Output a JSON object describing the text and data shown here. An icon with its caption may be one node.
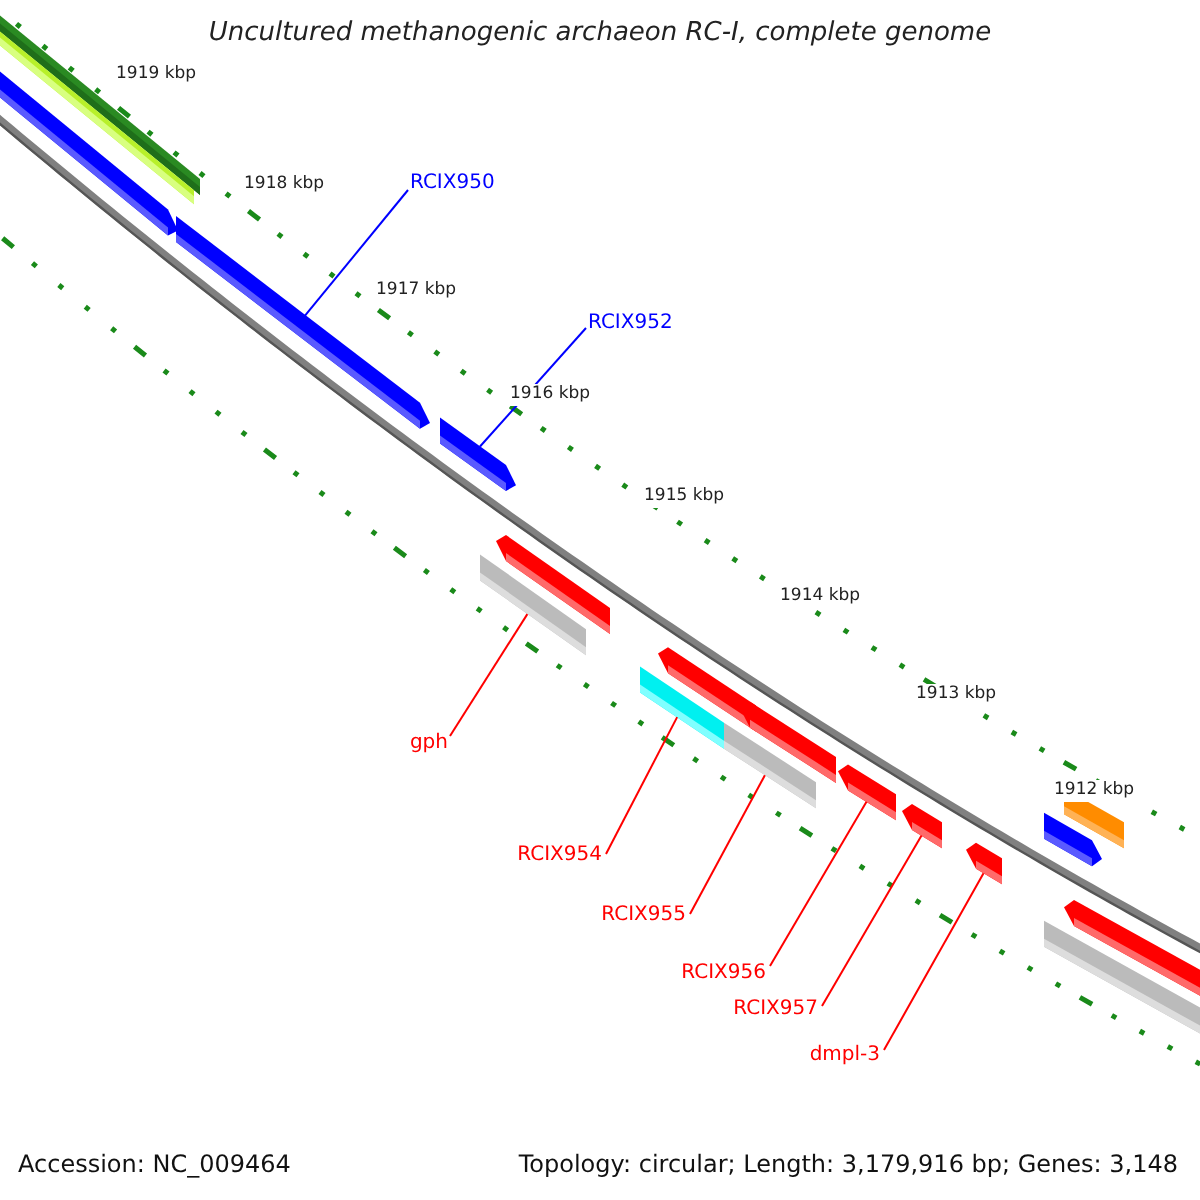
{
  "diagram": {
    "title": "Uncultured methanogenic archaeon RC-I, complete genome",
    "nodes": [
      {
        "text": [
          "RCIX950"
        ]
      },
      {
        "text": [
          "RCIX952"
        ]
      },
      {
        "text": [
          "gph"
        ]
      },
      {
        "text": [
          "RCIX954"
        ]
      },
      {
        "text": [
          "RCIX955"
        ]
      },
      {
        "text": [
          "RCIX956"
        ]
      },
      {
        "text": [
          "RCIX957"
        ]
      },
      {
        "text": [
          "dmpl-3"
        ]
      },
      {
        "text": [],
        "shape": "bar"
      },
      {
        "text": [],
        "shape": "bar"
      },
      {
        "text": [],
        "shape": "bar"
      },
      {
        "text": [],
        "shape": "bar"
      },
      {
        "text": [],
        "shape": "bar"
      },
      {
        "text": [],
        "shape": "bar"
      },
      {
        "text": [],
        "shape": "bar"
      },
      {
        "text": [],
        "shape": "bar"
      }
    ],
    "edges": [
      {
        "from": 0,
        "to": 8,
        "arrow": "none",
        "color": "#0000ff"
      },
      {
        "from": 1,
        "to": 9,
        "arrow": "none",
        "color": "#0000ff"
      },
      {
        "from": 2,
        "to": 10,
        "arrow": "none"
      },
      {
        "from": 3,
        "to": 11,
        "arrow": "none"
      },
      {
        "from": 4,
        "to": 12,
        "arrow": "none"
      },
      {
        "from": 5,
        "to": 13,
        "arrow": "none"
      },
      {
        "from": 6,
        "to": 14,
        "arrow": "none"
      },
      {
        "from": 7,
        "to": 15,
        "arrow": "none"
      }
    ],
    "labels": [
      "1919 kbp",
      "1918 kbp",
      "1917 kbp",
      "1916 kbp",
      "1915 kbp",
      "1914 kbp",
      "1913 kbp",
      "1912 kbp",
      "Accession: NC_009464",
      "Topology: circular; Length: 3,179,916 bp; Genes: 3,148"
    ]
  }
}
